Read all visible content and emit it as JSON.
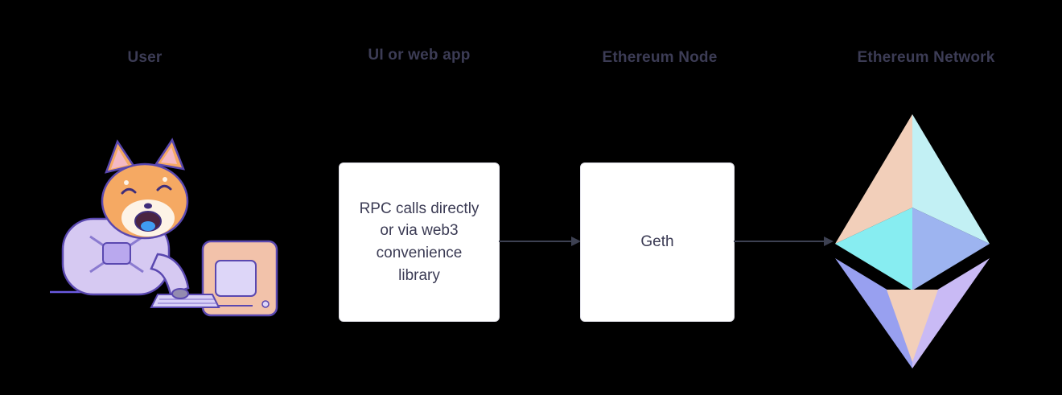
{
  "diagram": {
    "labels": {
      "user": "User",
      "ui_or_web_app": "UI or web app",
      "ethereum_node": "Ethereum Node",
      "ethereum_network": "Ethereum Network"
    },
    "boxes": {
      "rpc": "RPC calls directly\nor via web3\nconvenience\nlibrary",
      "geth": "Geth"
    },
    "illustrations": {
      "user": "doge-astronaut-at-computer",
      "network": "ethereum-diamond-logo"
    }
  },
  "colors": {
    "background": "#000000",
    "label_text": "#3c3c55",
    "box_bg": "#ffffff",
    "box_text": "#3b3b54",
    "arrow": "#3d4152",
    "eth_top_left": "#f2cfba",
    "eth_top_right": "#c2f0f4",
    "eth_facet_left": "#87edf1",
    "eth_facet_right": "#9db4f0",
    "eth_bottom_left": "#98a0f0",
    "eth_bottom_right": "#c9baf5",
    "eth_bottom_front": "#f2cfba",
    "doge_fur": "#f5a963",
    "doge_suit": "#d6c9f2",
    "computer": "#f2c2aa",
    "outline": "#5a48b0",
    "tongue": "#3f9df2"
  }
}
